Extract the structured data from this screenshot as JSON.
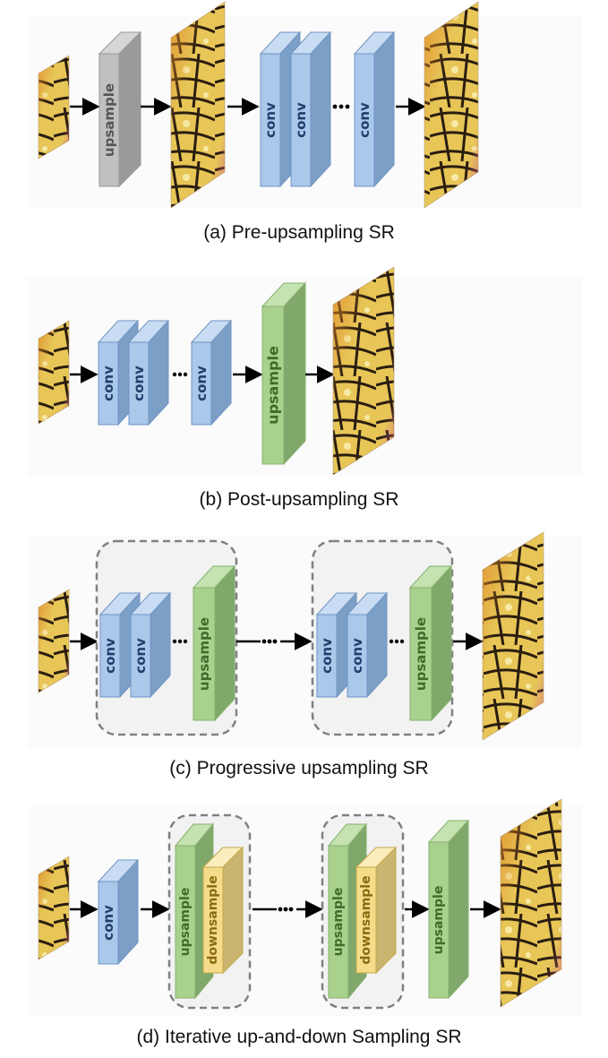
{
  "labels": {
    "conv": "conv",
    "upsample": "upsample",
    "downsample": "downsample"
  },
  "captions": {
    "a": "(a) Pre-upsampling SR",
    "b": "(b) Post-upsampling SR",
    "c": "(c) Progressive upsampling SR",
    "d": "(d) Iterative up-and-down Sampling SR"
  },
  "colors": {
    "conv_front": "#a9c8ea",
    "conv_side": "#7c9fc6",
    "conv_top": "#c8dcf3",
    "conv_text": "#1f3f6b",
    "up_gray_front": "#c0c0c0",
    "up_gray_side": "#9a9a9a",
    "up_gray_text": "#555555",
    "up_green_front": "#a9d18e",
    "up_green_side": "#7fa86a",
    "up_green_text": "#3d6b2a",
    "down_front": "#f5dc8a",
    "down_side": "#c9b56f",
    "down_text": "#8a6a10",
    "group_border": "#808080",
    "group_fill": "#f2f2f2"
  }
}
